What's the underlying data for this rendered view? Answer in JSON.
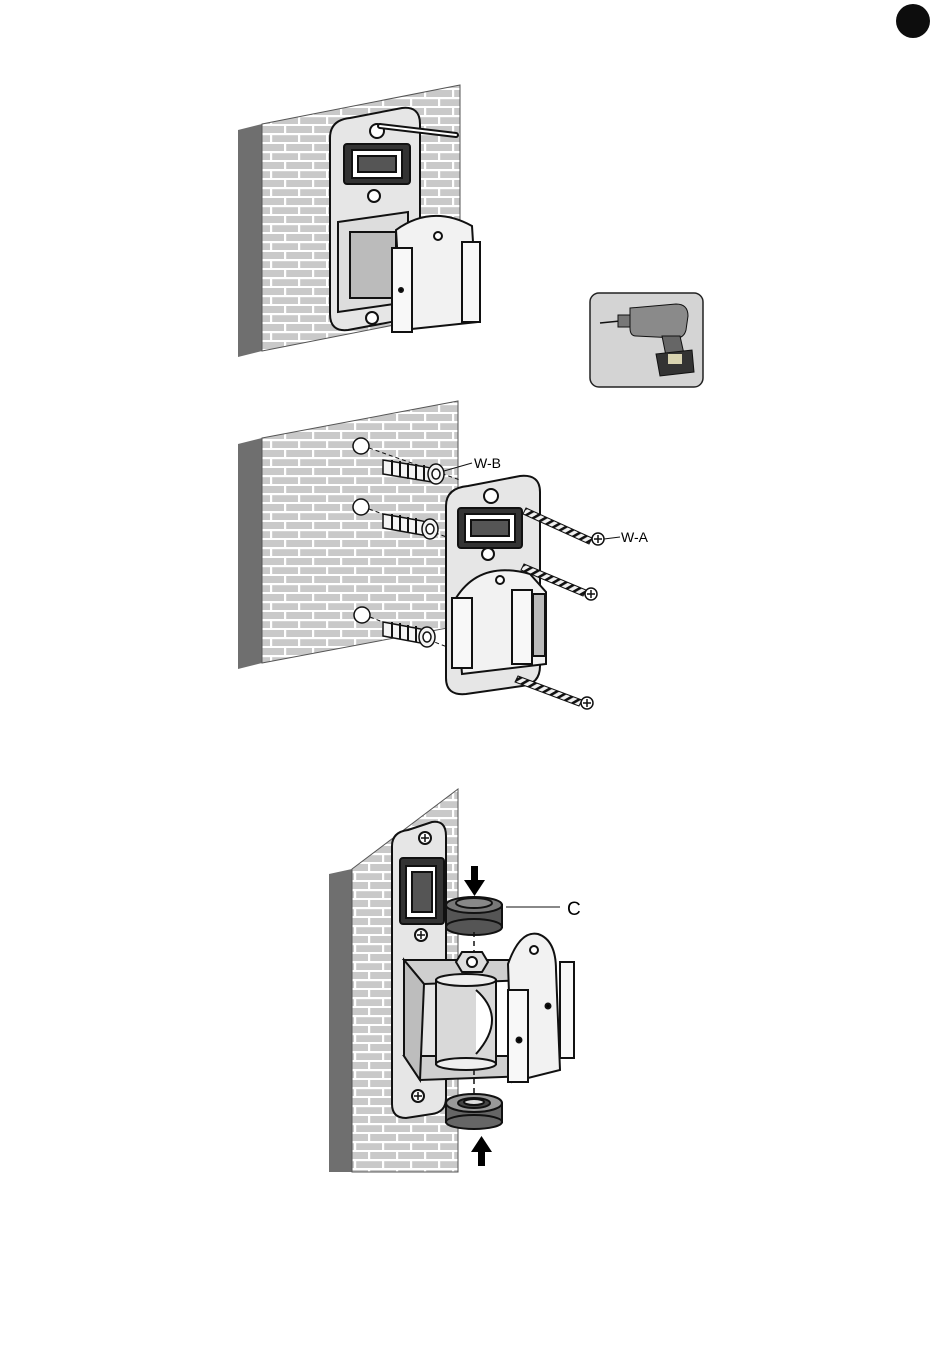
{
  "labels": {
    "anchor": "W-B",
    "screw": "W-A",
    "bushing": "C"
  },
  "icons": {
    "step1_tool": "drill-icon",
    "page_marker": "page-dot-icon"
  },
  "colors": {
    "wall_side": "#6f6f6f",
    "brick_face": "#c9c9c9",
    "mortar": "#ffffff",
    "bracket": "#e6e6e6",
    "ink": "#000000",
    "tool_panel": "#d4d4d4"
  }
}
